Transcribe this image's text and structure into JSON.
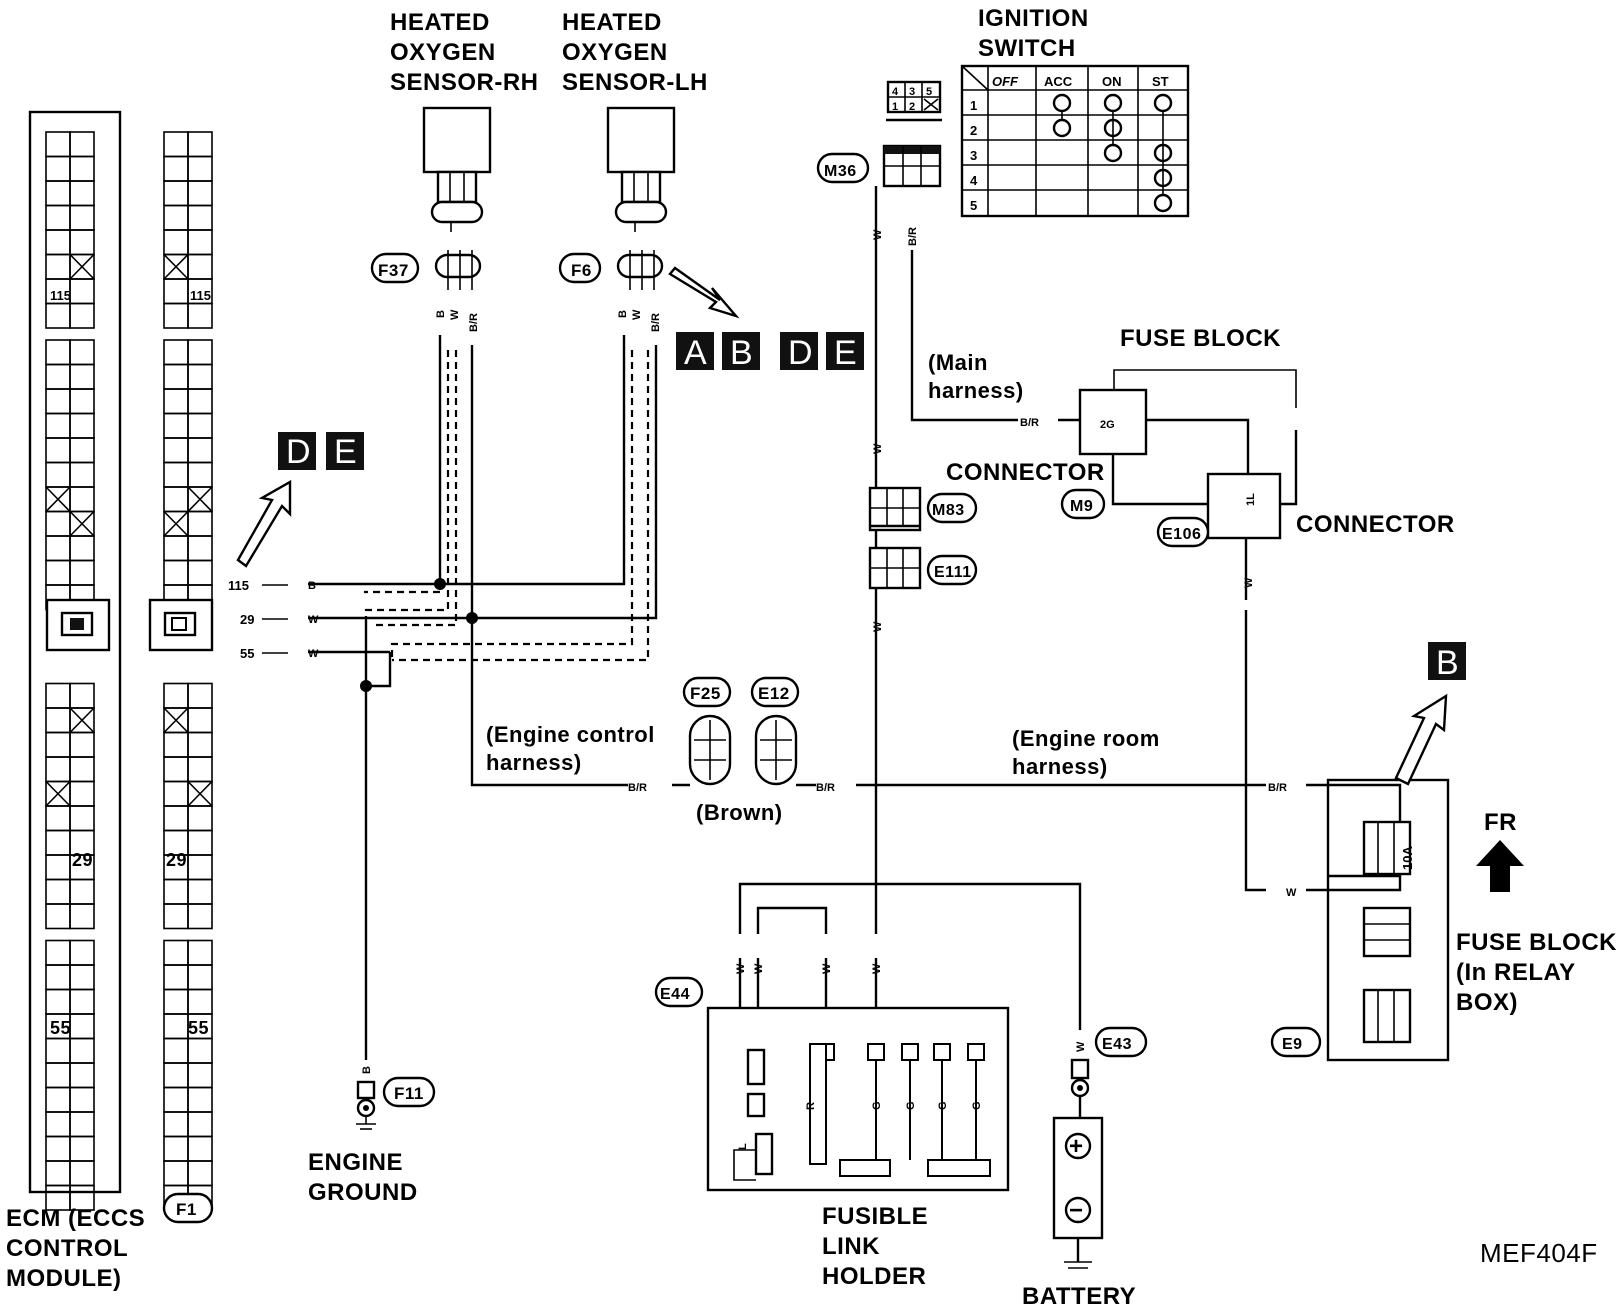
{
  "labels": {
    "o2_rh": [
      "HEATED",
      "OXYGEN",
      "SENSOR-RH"
    ],
    "o2_lh": [
      "HEATED",
      "OXYGEN",
      "SENSOR-LH"
    ],
    "ignition_switch": [
      "IGNITION",
      "SWITCH"
    ],
    "fuse_block_top": "FUSE BLOCK",
    "main_harness": [
      "(Main",
      "harness)"
    ],
    "connector_upper": "CONNECTOR",
    "connector_right": "CONNECTOR",
    "engine_control_harness": [
      "(Engine control",
      "harness)"
    ],
    "brown": "(Brown)",
    "engine_room_harness": [
      "(Engine room",
      "harness)"
    ],
    "fr": "FR",
    "fuse_block_relay": [
      "FUSE BLOCK",
      "(In RELAY",
      "BOX)"
    ],
    "engine_ground": [
      "ENGINE",
      "GROUND"
    ],
    "ecm": [
      "ECM (ECCS",
      "CONTROL",
      "MODULE)"
    ],
    "fusible_link": [
      "FUSIBLE",
      "LINK",
      "HOLDER"
    ],
    "battery": "BATTERY",
    "figure_code": "MEF404F"
  },
  "connectors": {
    "f37": "F37",
    "f6": "F6",
    "m36": "M36",
    "m83": "M83",
    "e111": "E111",
    "m9": "M9",
    "e106": "E106",
    "f25": "F25",
    "e12": "E12",
    "e44": "E44",
    "e43": "E43",
    "e9": "E9",
    "f11": "F11",
    "f1": "F1"
  },
  "badges": {
    "group1": [
      "A",
      "B",
      "D",
      "E"
    ],
    "group2": [
      "D",
      "E"
    ],
    "group3": [
      "B"
    ]
  },
  "ecm_pins": {
    "p115": "115",
    "p29": "29",
    "p55": "55"
  },
  "wire_colors": {
    "b": "B",
    "w": "W",
    "br": "B/R",
    "r": "R",
    "g": "G",
    "l": "L"
  },
  "fuse_labels": {
    "pin_2g": "2G",
    "pin_1l": "1L",
    "fuse_10a": "10A"
  },
  "ignition_table": {
    "headers": [
      "OFF",
      "ACC",
      "ON",
      "ST"
    ],
    "rows": [
      "1",
      "2",
      "3",
      "4",
      "5"
    ]
  },
  "m36_pins": [
    "4",
    "3",
    "5",
    "1",
    "2"
  ],
  "battery_terminals": {
    "plus": "+",
    "minus": "−"
  }
}
